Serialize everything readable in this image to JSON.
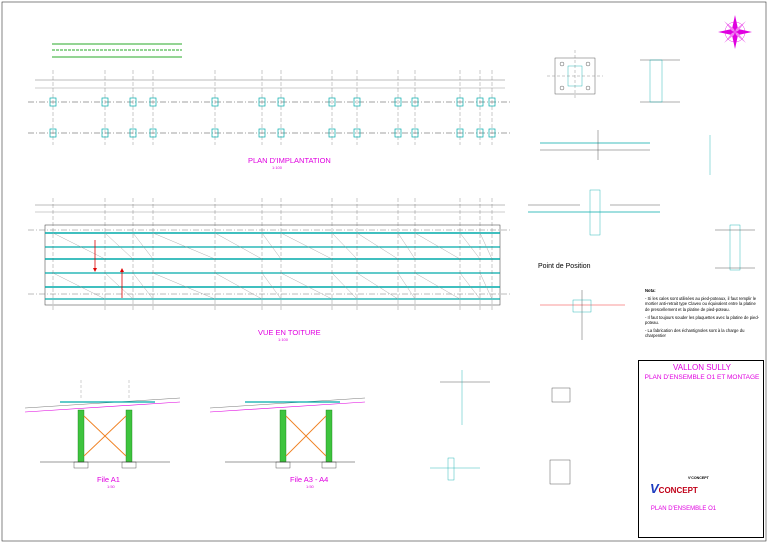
{
  "drawing": {
    "plan_implantation": {
      "title": "PLAN D'IMPLANTATION",
      "scale": "1:100"
    },
    "vue_toiture": {
      "title": "VUE EN TOITURE",
      "scale": "1:100"
    },
    "file_a1": {
      "title": "File A1",
      "scale": "1:50"
    },
    "file_a3_a4": {
      "title": "File A3 - A4",
      "scale": "1:50"
    },
    "point_position": "Point de Position",
    "project_name": "VALLON SULLY",
    "plan_name": "PLAN D'ENSEMBLE O1 ET MONTAGE",
    "plan_footer": "PLAN D'ENSEMBLE O1",
    "company": "V'CONCEPT",
    "logo_text": "CONCEPT",
    "logo_letter": "V",
    "notes_title": "Nota:",
    "notes": [
      "- Si les cales sont utilisées au pied-poteaux, il faut remplir le mortier anti-retrait type Clavex ou équivalent entre la platine de prescellement et la platine de pied-poteau.",
      "- Il faut toujours souder les plaquettes avec la platine de pied-poteau.",
      "- La fabrication des échantignoles sont à la charge du charpentier"
    ]
  }
}
